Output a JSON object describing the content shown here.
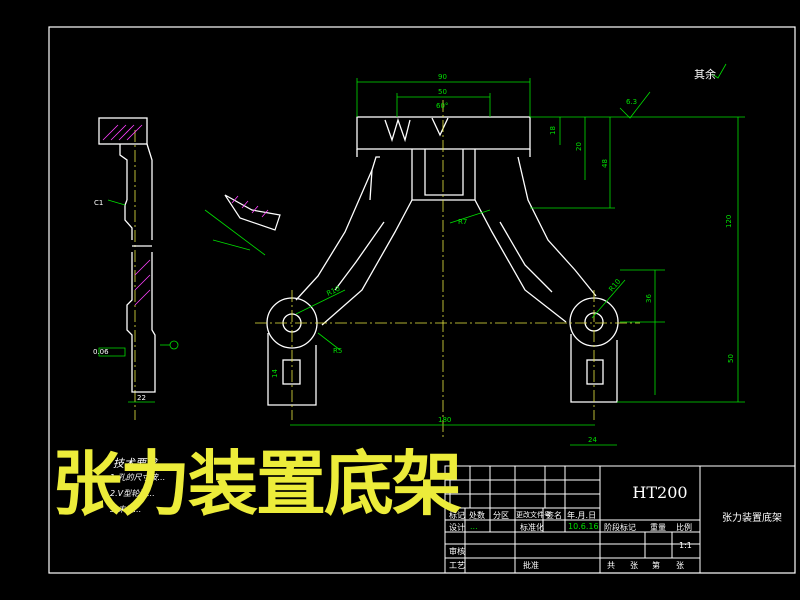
{
  "title": "张力装置底架",
  "surface_roughness": "其余",
  "roughness_value_top": "6.3",
  "material": "HT200",
  "part_name": "张力装置底架",
  "colors": {
    "background": "#000000",
    "frame": "#ffffff",
    "outline": "#ffffff",
    "dimension": "#00e000",
    "centerline": "#e8e840",
    "title": "#ecec3a",
    "hatch": "#ff40ff"
  },
  "technical_notes": {
    "heading": "技术要求",
    "lines": [
      "1.孔的尺寸按...",
      "2.V型轮边...",
      "3.未注..."
    ]
  },
  "title_block": {
    "row1": [
      "标记",
      "处数",
      "分区",
      "更改文件号",
      "签名",
      "年.月.日"
    ],
    "designer_label": "设计",
    "designer_name": "...",
    "standard_label": "标准化",
    "date": "10.6.16",
    "stage_label": "阶段标记",
    "weight_label": "重量",
    "scale_label": "比例",
    "scale_value": "1:1",
    "review_label": "审核",
    "process_label": "工艺",
    "approve_label": "批准",
    "sheet_label_1": "共",
    "sheet_label_2": "张",
    "sheet_label_3": "第",
    "sheet_label_4": "张"
  },
  "dimensions": {
    "overall_width": "180",
    "overall_height": "120",
    "top_width_1": "90",
    "top_width_2": "50",
    "hole_dia_left": "R10",
    "hole_dia_right": "R10",
    "r_inner": "R7",
    "r_outer": "R5",
    "right_1": "48",
    "right_2": "18",
    "right_3": "20",
    "right_4": "36",
    "right_5": "50",
    "bottom_right": "24",
    "left_bottom": "14",
    "side_bottom": "22",
    "chamfer": "C1",
    "flatness": "0.06",
    "angle": "60°"
  }
}
